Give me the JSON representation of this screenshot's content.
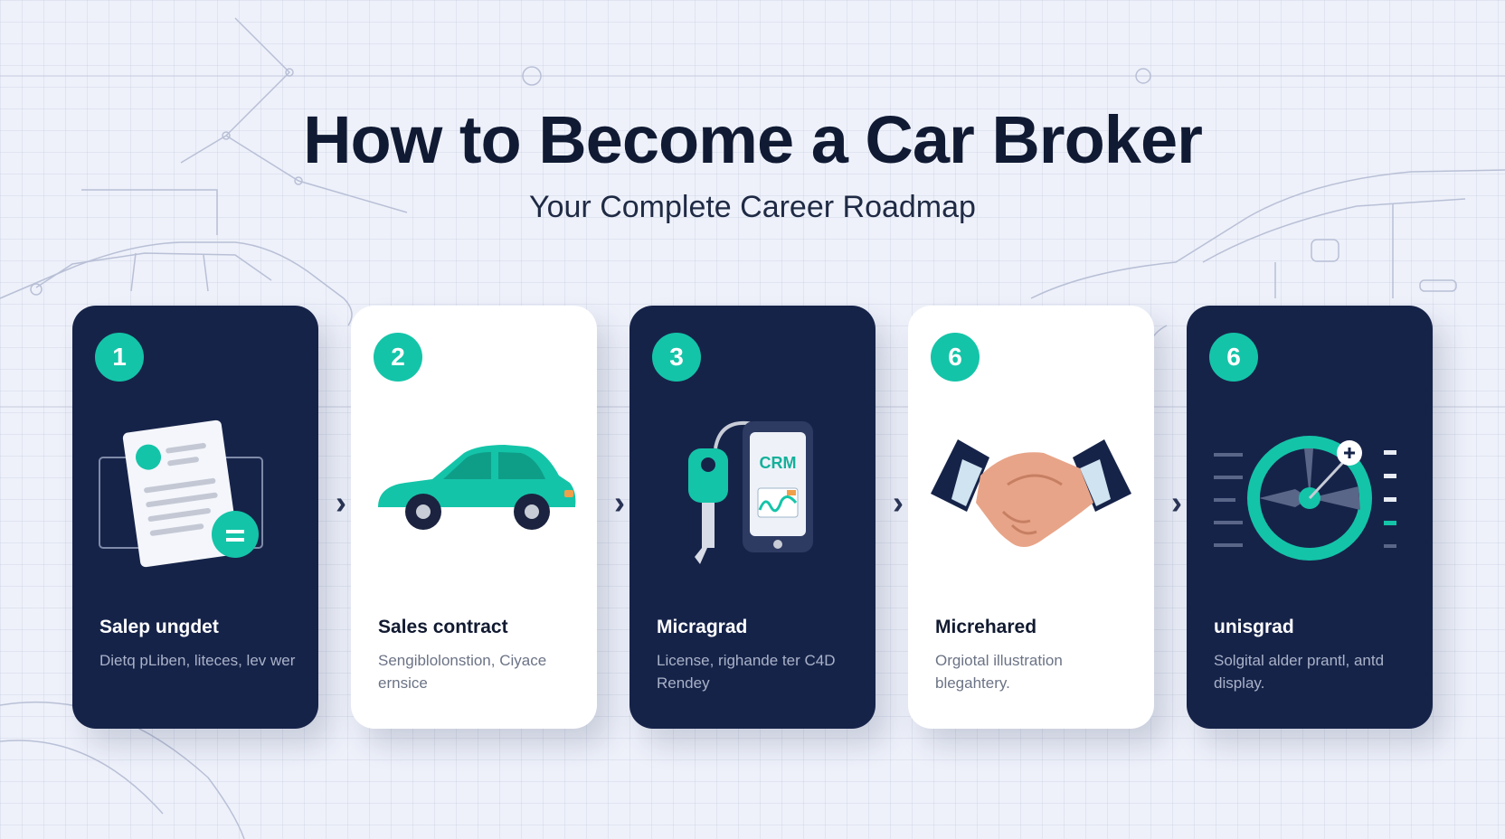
{
  "header": {
    "title": "How to Become a Car Broker",
    "subtitle": "Your Complete Career Roadmap"
  },
  "colors": {
    "background": "#eef1fa",
    "dark_card": "#162349",
    "light_card": "#ffffff",
    "accent": "#14c4a8"
  },
  "steps": [
    {
      "number": "1",
      "title": "Salep ungdet",
      "description": "Dietq pLiben, liteces, lev wer",
      "theme": "dark",
      "icon": "document-icon"
    },
    {
      "number": "2",
      "title": "Sales contract",
      "description": "Sengiblolonstion, Ciyace ernsice",
      "theme": "light",
      "icon": "car-icon"
    },
    {
      "number": "3",
      "title": "Micragrad",
      "description": "License, righande ter C4D Rendey",
      "theme": "dark",
      "icon": "key-and-crm-phone-icon",
      "icon_text": "CRM"
    },
    {
      "number": "6",
      "title": "Micrehared",
      "description": "Orgiotal illustration blegahtery.",
      "theme": "light",
      "icon": "handshake-icon"
    },
    {
      "number": "6",
      "title": "unisgrad",
      "description": "Solgital alder prantl, antd display.",
      "theme": "dark",
      "icon": "steering-wheel-gauge-icon"
    }
  ],
  "connector_glyph": "›"
}
